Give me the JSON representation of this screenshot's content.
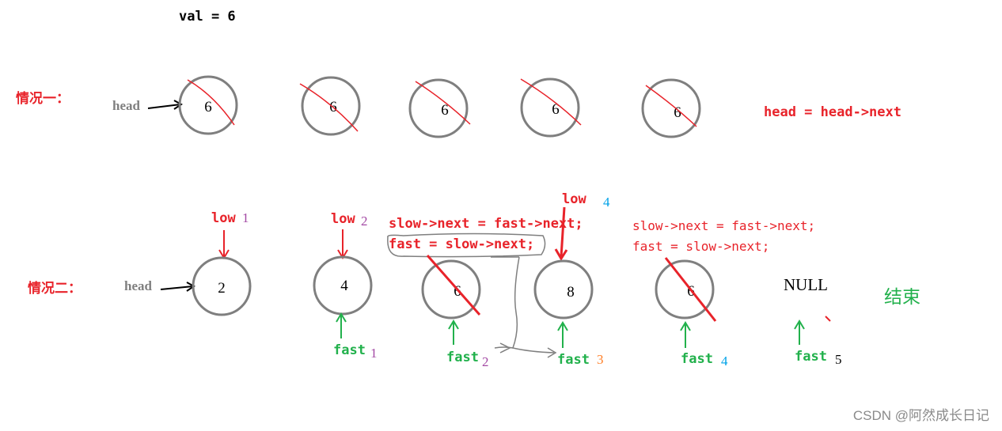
{
  "val_label": "val = 6",
  "case1": {
    "label": "情况一：",
    "head_label": "head",
    "nodes": [
      "6",
      "6",
      "6",
      "6",
      "6"
    ],
    "code": "head = head->next"
  },
  "case2": {
    "label": "情况二：",
    "head_label": "head",
    "nodes": [
      "2",
      "4",
      "6",
      "8",
      "6"
    ],
    "null_label": "NULL",
    "end_label": "结束",
    "code1_line1": "slow->next = fast->next;",
    "code1_line2": "fast = slow->next;",
    "code2_line1": "slow->next = fast->next;",
    "code2_line2": "fast = slow->next;",
    "low": [
      {
        "text": "low",
        "num": "1"
      },
      {
        "text": "low",
        "num": "2"
      },
      {
        "text": "low",
        "num": "4"
      }
    ],
    "fast": [
      {
        "text": "fast",
        "num": "1"
      },
      {
        "text": "fast",
        "num": "2"
      },
      {
        "text": "fast",
        "num": "3"
      },
      {
        "text": "fast",
        "num": "4"
      },
      {
        "text": "fast",
        "num": "5"
      }
    ]
  },
  "watermark": "CSDN @阿然成长日记",
  "colors": {
    "red": "#e8232a",
    "green": "#22b14c",
    "gray": "#7f7f7f",
    "purple": "#a349a4",
    "blue": "#00a2e8",
    "orange": "#ff7f27"
  }
}
